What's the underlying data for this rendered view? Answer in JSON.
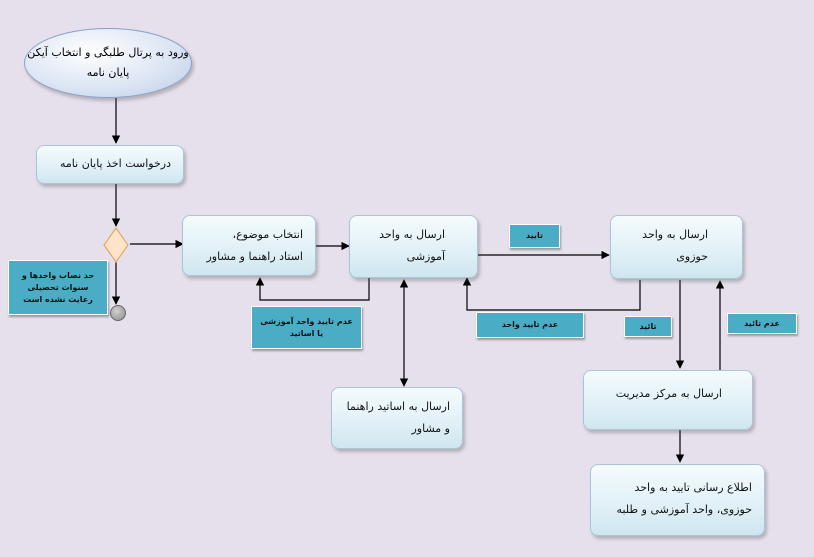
{
  "start": {
    "line1": "ورود به پرتال طلبگی و",
    "line2": "انتخاب آیکن پایان نامه"
  },
  "request_box": {
    "line1": "درخواست اخذ پایان نامه"
  },
  "select_box": {
    "line1": "انتخاب موضوع،",
    "line2": "استاد راهنما و مشاور"
  },
  "edu_box": {
    "line1": "ارسال به واحد",
    "line2": "آموزشی"
  },
  "seminary_box": {
    "line1": "ارسال به واحد",
    "line2": "حوزوی"
  },
  "advisor_box": {
    "line1": "ارسال به اساتید راهنما",
    "line2": "و مشاور"
  },
  "mgmt_box": {
    "line1": "ارسال به مرکز مدیریت"
  },
  "notify_box": {
    "line1": "اطلاع رسانی تایید به واحد",
    "line2": "حوزوی، واحد آموزشی و طلبه"
  },
  "tags": {
    "condition": {
      "line1": "حد نصاب واحدها و",
      "line2": "سنوات تحصیلی",
      "line3": "رعایت نشده است"
    },
    "reject_edu": {
      "line1": "عدم تایید واحد آموزشی",
      "line2": "یا اساتید"
    },
    "approve": {
      "line1": "تایید"
    },
    "reject_seminary": {
      "line1": "عدم تایید واحد"
    },
    "approve_mgmt": {
      "line1": "تائید"
    },
    "reject_mgmt": {
      "line1": "عدم تائید"
    }
  },
  "colors": {
    "background": "#e6e0ec",
    "tag_fill": "#4bacc6",
    "box_border": "#a9c6d8",
    "connector": "#000000",
    "decision_fill": "#fde4c8"
  }
}
